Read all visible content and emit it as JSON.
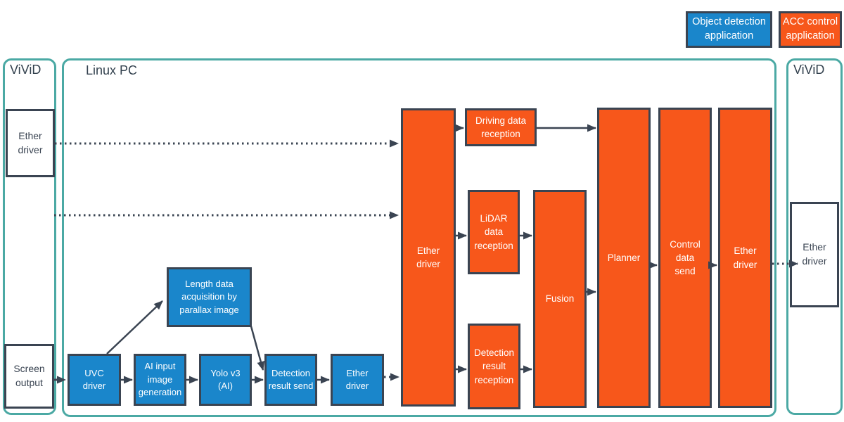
{
  "legend": {
    "object_detection": [
      "Object detection",
      "application"
    ],
    "acc_control": [
      "ACC control",
      "application"
    ]
  },
  "containers": {
    "vivid_left": "ViViD",
    "linux_pc": "Linux PC",
    "vivid_right": "ViViD"
  },
  "nodes": {
    "ether_driver_left": [
      "Ether",
      "driver"
    ],
    "screen_output": [
      "Screen",
      "output"
    ],
    "uvc_driver": [
      "UVC",
      "driver"
    ],
    "ai_input_image_generation": [
      "AI input",
      "image",
      "generation"
    ],
    "yolo_v3": [
      "Yolo v3",
      "(AI)"
    ],
    "detection_result_send": [
      "Detection",
      "result send"
    ],
    "ether_driver_blue": [
      "Ether",
      "driver"
    ],
    "length_data_acquisition": [
      "Length data",
      "acquisition by",
      "parallax image"
    ],
    "ether_driver_orange": [
      "Ether",
      "driver"
    ],
    "driving_data_reception": [
      "Driving data",
      "reception"
    ],
    "lidar_data_reception": [
      "LiDAR",
      "data",
      "reception"
    ],
    "detection_result_reception": [
      "Detection",
      "result",
      "reception"
    ],
    "fusion": "Fusion",
    "planner": "Planner",
    "control_data_send": [
      "Control",
      "data",
      "send"
    ],
    "ether_driver_orange_right": [
      "Ether",
      "driver"
    ],
    "ether_driver_right": [
      "Ether",
      "driver"
    ]
  },
  "colors": {
    "object_detection_blue": "#1a86cb",
    "acc_control_orange": "#f7571b",
    "outline_dark": "#3a4452",
    "container_teal": "#4ba9a4",
    "text_light": "#ffffff",
    "text_dark": "#3a4452"
  }
}
